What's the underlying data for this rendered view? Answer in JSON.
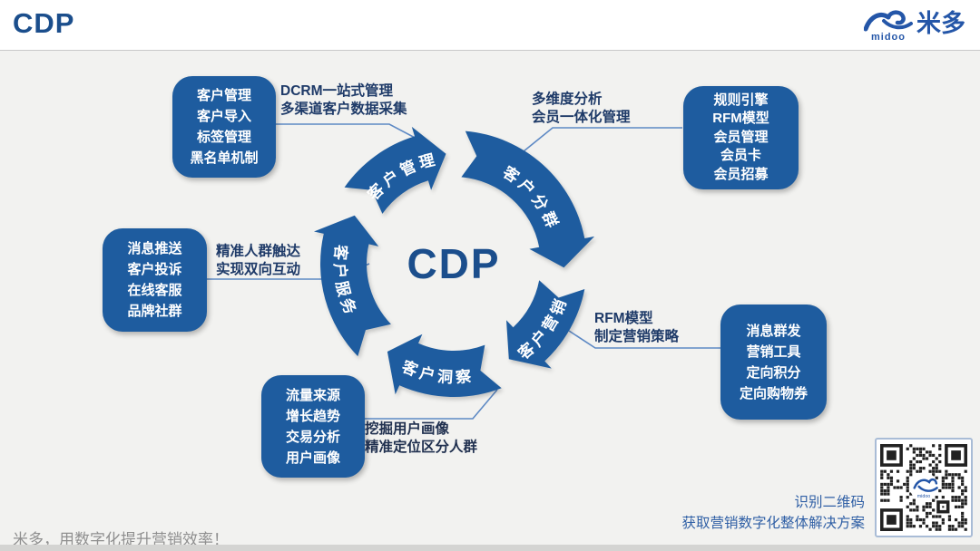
{
  "header": {
    "title": "CDP"
  },
  "logo": {
    "latin": "midoo",
    "chinese": "米多"
  },
  "center": {
    "label": "CDP"
  },
  "ring": {
    "segments": [
      {
        "label": "客户管理"
      },
      {
        "label": "客户分群"
      },
      {
        "label": "客户营销"
      },
      {
        "label": "客户洞察"
      },
      {
        "label": "客户服务"
      }
    ]
  },
  "boxes": [
    {
      "id": "customer-management",
      "lines": [
        "客户管理",
        "客户导入",
        "标签管理",
        "黑名单机制"
      ]
    },
    {
      "id": "rules-engine",
      "lines": [
        "规则引擎",
        "RFM模型",
        "会员管理",
        "会员卡",
        "会员招募"
      ]
    },
    {
      "id": "customer-service",
      "lines": [
        "消息推送",
        "客户投诉",
        "在线客服",
        "品牌社群"
      ]
    },
    {
      "id": "customer-marketing",
      "lines": [
        "消息群发",
        "营销工具",
        "定向积分",
        "定向购物券"
      ]
    },
    {
      "id": "customer-insight",
      "lines": [
        "流量来源",
        "增长趋势",
        "交易分析",
        "用户画像"
      ]
    }
  ],
  "annotations": [
    {
      "lines": [
        "DCRM一站式管理",
        "多渠道客户数据采集"
      ]
    },
    {
      "lines": [
        "多维度分析",
        "会员一体化管理"
      ]
    },
    {
      "lines": [
        "精准人群触达",
        "实现双向互动"
      ]
    },
    {
      "lines": [
        "RFM模型",
        "制定营销策略"
      ]
    },
    {
      "lines": [
        "挖掘用户画像",
        "精准定位区分人群"
      ]
    }
  ],
  "footer": {
    "tagline": "米多，用数字化提升营销效率！",
    "qr_caption_line1": "识别二维码",
    "qr_caption_line2": "获取营销数字化整体解决方案"
  },
  "colors": {
    "brand_blue": "#1e5c9f",
    "title_navy": "#1b4e8c",
    "annotation_navy": "#1e3a68",
    "connector_blue": "#5d89c4",
    "qr_caption_blue": "#2f5fa5",
    "tagline_gray": "#8f8f8f"
  }
}
